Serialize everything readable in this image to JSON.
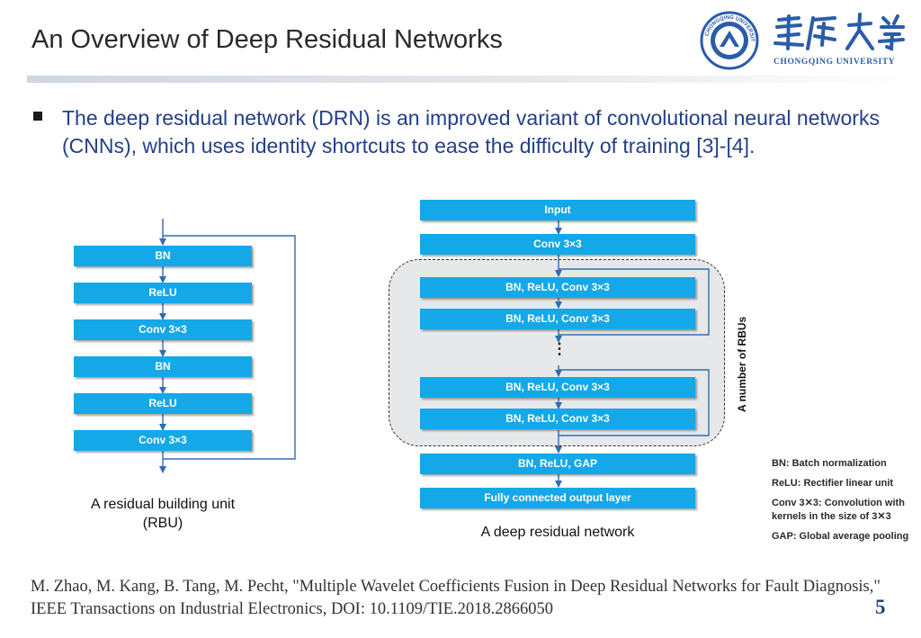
{
  "header": {
    "title": "An Overview of Deep Residual Networks",
    "logo_text": "CHONGQING UNIVERSITY",
    "seal_text": "CHONGQING UNIVERSITY"
  },
  "bullet": {
    "text": "The deep residual network (DRN) is an improved variant of convolutional neural networks (CNNs), which uses identity shortcuts to ease the difficulty of training [3]-[4]."
  },
  "rbu": {
    "layers": [
      "BN",
      "ReLU",
      "Conv 3×3",
      "BN",
      "ReLU",
      "Conv 3×3"
    ],
    "caption_line1": "A residual building unit",
    "caption_line2": "(RBU)"
  },
  "drn": {
    "input": "Input",
    "conv": "Conv 3×3",
    "rbu_layers": [
      "BN, ReLU, Conv 3×3",
      "BN, ReLU, Conv 3×3",
      "BN, ReLU, Conv 3×3",
      "BN, ReLU, Conv 3×3"
    ],
    "ellipsis": "⋮",
    "gap": "BN, ReLU, GAP",
    "fc": "Fully connected output layer",
    "group_label": "A number of RBUs",
    "caption": "A deep residual network"
  },
  "legend": [
    "BN: Batch normalization",
    "ReLU: Rectifier linear unit",
    "Conv 3✕3: Convolution with kernels in the size of 3✕3",
    "GAP: Global average pooling"
  ],
  "reference": "M. Zhao, M. Kang, B. Tang, M. Pecht, \"Multiple Wavelet Coefficients Fusion in Deep Residual Networks for Fault Diagnosis,\" IEEE Transactions on Industrial Electronics, DOI: 10.1109/TIE.2018.2866050",
  "page_number": "5",
  "colors": {
    "block": "#14a8e8",
    "title_text": "#233f8a",
    "arrow": "#2f6db5"
  }
}
